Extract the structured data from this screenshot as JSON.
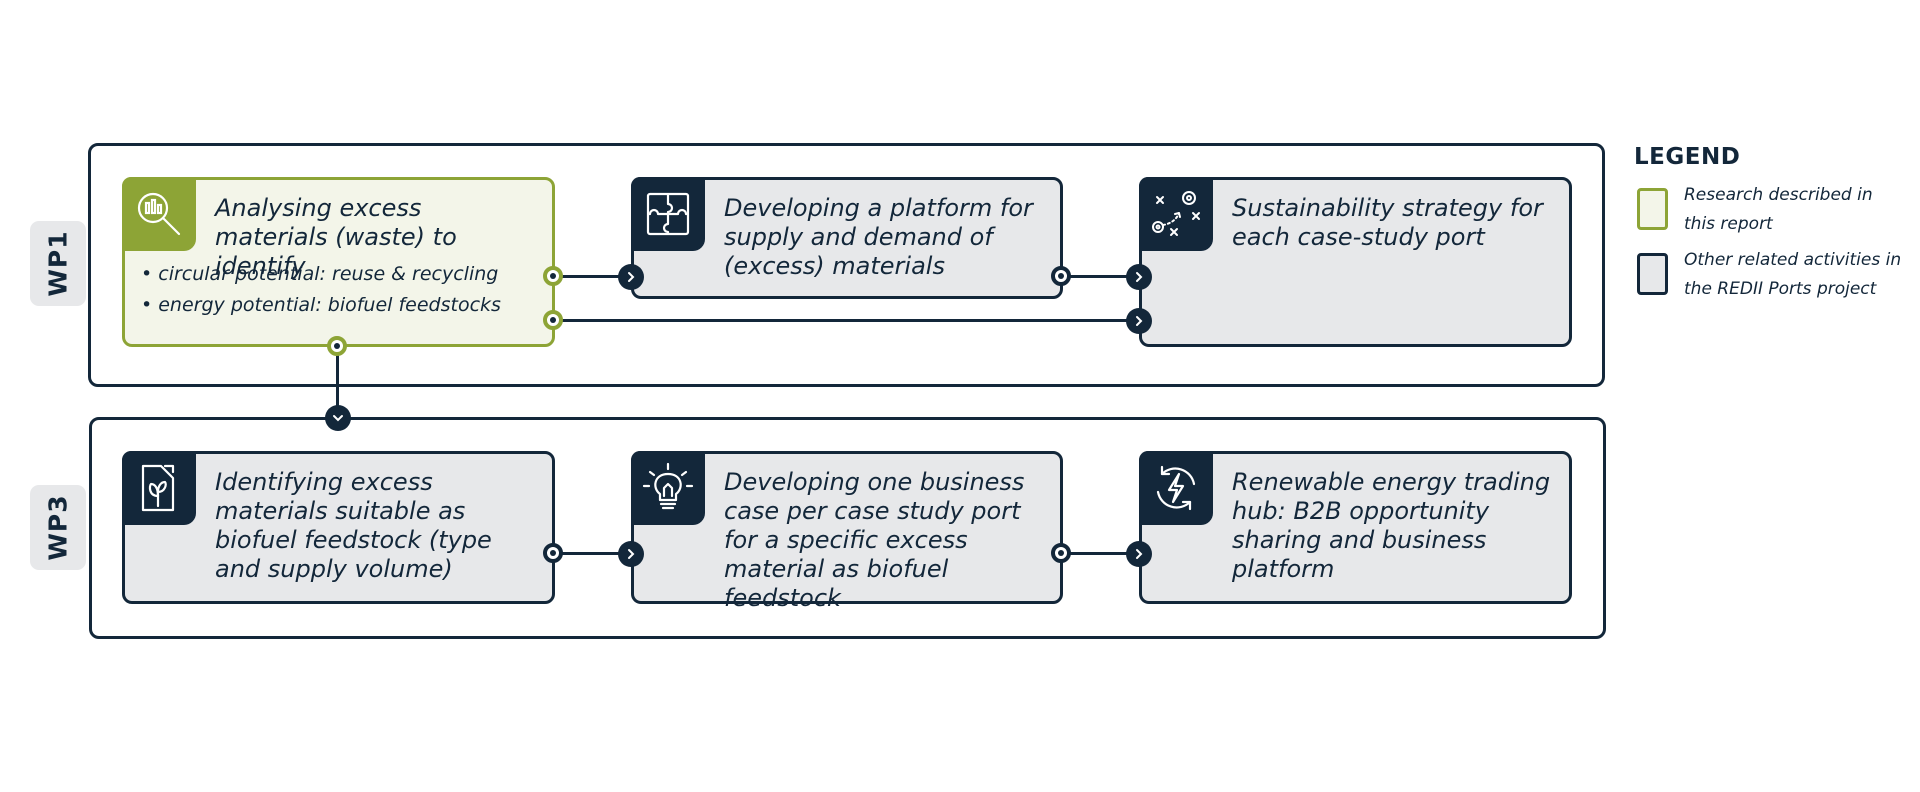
{
  "colors": {
    "navy": "#13273a",
    "green": "#8da436",
    "box_grey": "#e7e8ea",
    "box_green": "#f3f5e9"
  },
  "wp1": {
    "label": "WP1",
    "boxes": [
      {
        "title": "Analysing excess materials (waste) to identify",
        "bullets": [
          "• circular potential: reuse & recycling",
          "• energy potential: biofuel feedstocks"
        ],
        "icon": "magnifier-chart-icon",
        "type": "research"
      },
      {
        "title": "Developing a platform for supply and demand of (excess) materials",
        "icon": "puzzle-icon",
        "type": "other"
      },
      {
        "title": "Sustainability strategy for each case-study port",
        "icon": "strategy-play-icon",
        "type": "other"
      }
    ]
  },
  "wp3": {
    "label": "WP3",
    "boxes": [
      {
        "title": "Identifying excess materials suitable as biofuel feedstock (type and supply volume)",
        "icon": "biofuel-canister-icon",
        "type": "other"
      },
      {
        "title": "Developing one business case per case study port for a specific excess material as biofuel feedstock",
        "icon": "lightbulb-icon",
        "type": "other"
      },
      {
        "title": "Renewable energy trading hub: B2B opportunity sharing and business platform",
        "icon": "energy-cycle-icon",
        "type": "other"
      }
    ]
  },
  "legend": {
    "title": "LEGEND",
    "items": [
      {
        "label": "Research described in this report",
        "type": "research"
      },
      {
        "label": "Other related activities in the REDII Ports project",
        "type": "other"
      }
    ]
  }
}
